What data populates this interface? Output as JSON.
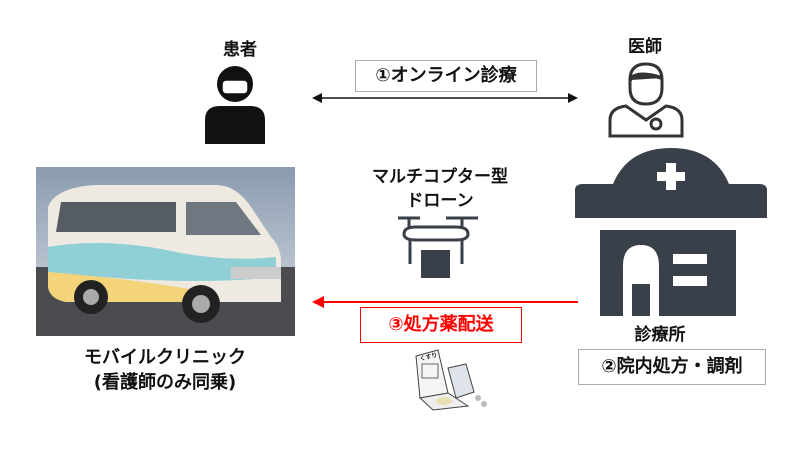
{
  "patient": {
    "label": "患者"
  },
  "doctor": {
    "label": "医師"
  },
  "online": {
    "label": "①オンライン診療"
  },
  "drone": {
    "line1": "マルチコプター型",
    "line2": "ドローン"
  },
  "delivery": {
    "label": "③処方薬配送",
    "color": "#ff0000"
  },
  "clinic": {
    "label": "診療所",
    "process": "②院内処方・調剤",
    "color": "#3a4049"
  },
  "mobile": {
    "line1": "モバイルクリニック",
    "line2": "(看護師のみ同乗)"
  },
  "medicine": {
    "pack_text": "くすり"
  }
}
